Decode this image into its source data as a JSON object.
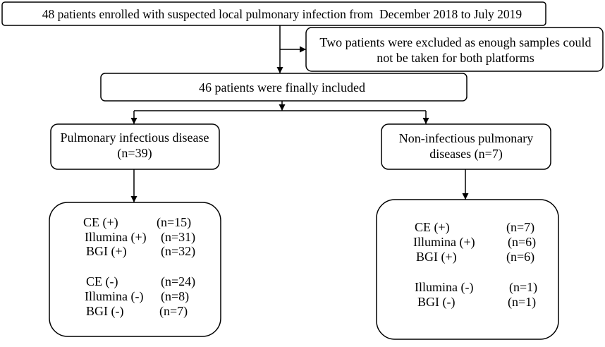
{
  "enrolled_box": {
    "text": "48 patients enrolled with suspected local pulmonary infection from  December 2018 to July 2019"
  },
  "excluded_box": {
    "lines": [
      "Two patients were excluded as enough samples could",
      "not be taken for both platforms"
    ]
  },
  "included_box": {
    "text": "46 patients were finally included"
  },
  "infectious_box": {
    "lines": [
      "Pulmonary infectious disease",
      "(n=39)"
    ]
  },
  "non_infectious_box": {
    "lines": [
      "Non-infectious pulmonary",
      "diseases (n=7)"
    ]
  },
  "infectious_results": [
    {
      "label": "CE (+)",
      "count": "(n=15)"
    },
    {
      "label": "Illumina (+)",
      "count": "(n=31)"
    },
    {
      "label": "BGI (+)",
      "count": "(n=32)"
    },
    {
      "label": "CE (-)",
      "count": "(n=24)"
    },
    {
      "label": "Illumina (-)",
      "count": "(n=8)"
    },
    {
      "label": "BGI (-)",
      "count": "(n=7)"
    }
  ],
  "non_infectious_results": [
    {
      "label": "CE (+)",
      "count": "(n=7)"
    },
    {
      "label": "Illumina (+)",
      "count": "(n=6)"
    },
    {
      "label": "BGI (+)",
      "count": "(n=6)"
    },
    {
      "label": "Illumina (-)",
      "count": "(n=1)"
    },
    {
      "label": "BGI (-)",
      "count": "(n=1)"
    }
  ]
}
